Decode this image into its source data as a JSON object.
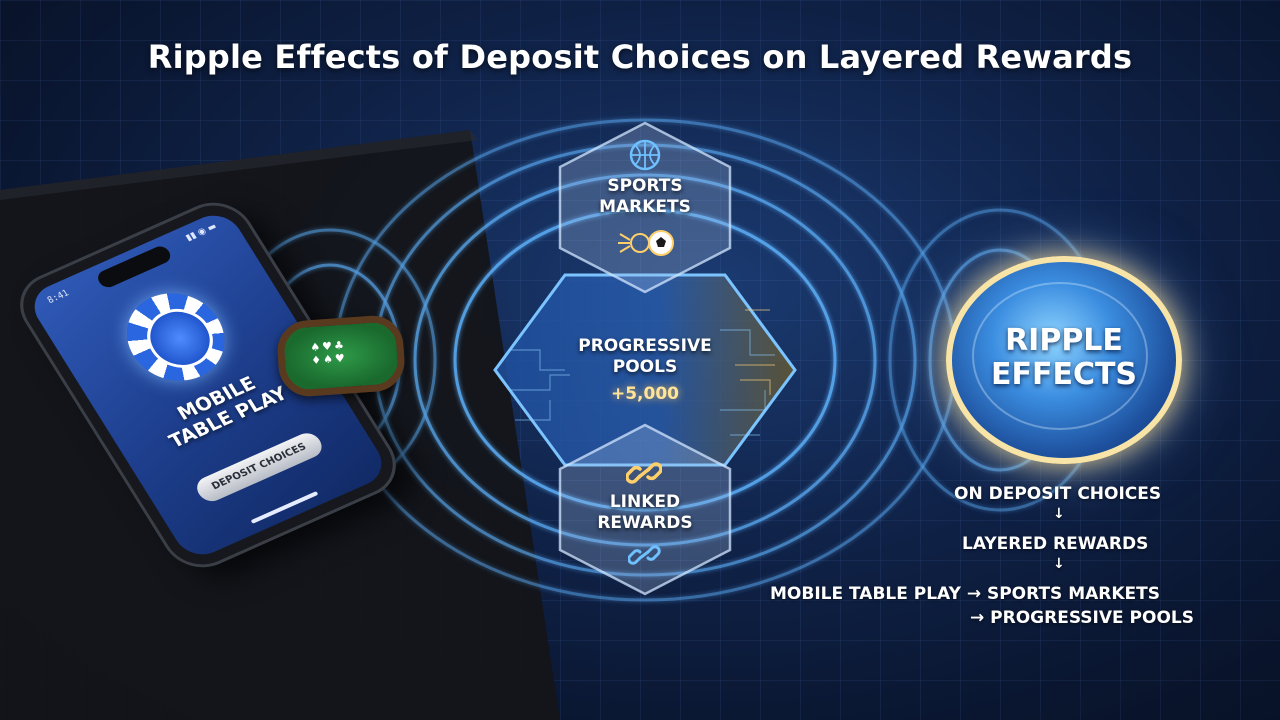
{
  "title": "Ripple Effects of Deposit Choices on Layered Rewards",
  "phone": {
    "status_time": "8:41",
    "status_icons": "▮▮ ◉ ▬",
    "label_line1": "MOBILE",
    "label_line2": "TABLE PLAY",
    "deposit_button": "DEPOSIT CHOICES"
  },
  "table": {
    "cards": "♠♥♣\n♦♠♥"
  },
  "hexes": {
    "sports": {
      "label_line1": "SPORTS",
      "label_line2": "MARKETS",
      "icon": "basketball-icon"
    },
    "progressive": {
      "label_line1": "PROGRESSIVE",
      "label_line2": "POOLS",
      "value": "+5,000"
    },
    "linked": {
      "label_line1": "LINKED",
      "label_line2": "REWARDS",
      "icon": "link-icon"
    }
  },
  "coin": {
    "line1": "RIPPLE",
    "line2": "EFFECTS"
  },
  "flow": {
    "line1": "ON DEPOSIT CHOICES",
    "arrow_down": "↓",
    "line2": "LAYERED REWARDS",
    "line3": "MOBILE TABLE PLAY → SPORTS MARKETS",
    "line4": "→ PROGRESSIVE POOLS"
  },
  "colors": {
    "accent_blue": "#3aa0ff",
    "glow_gold": "#ffd27a",
    "background": "#0f2146"
  }
}
